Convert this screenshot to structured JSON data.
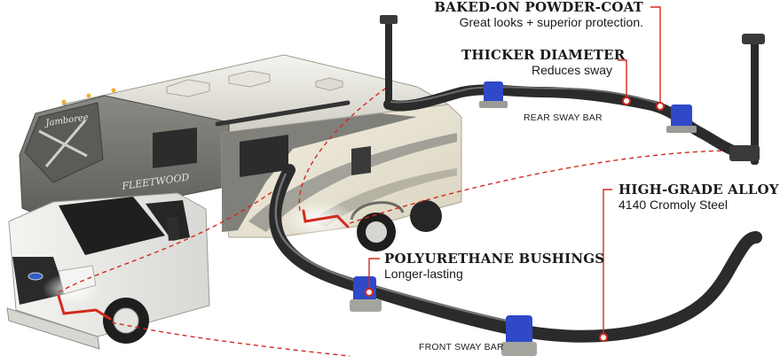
{
  "callouts": {
    "powder_coat": {
      "title": "BAKED-ON POWDER-COAT",
      "subtitle": "Great looks + superior protection."
    },
    "thicker_diameter": {
      "title": "THICKER DIAMETER",
      "subtitle": "Reduces sway"
    },
    "high_grade_alloy": {
      "title": "HIGH-GRADE ALLOY",
      "subtitle": "4140 Cromoly Steel"
    },
    "poly_bushings": {
      "title": "POLYURETHANE BUSHINGS",
      "subtitle": "Longer-lasting"
    }
  },
  "labels": {
    "rear_bar": "REAR SWAY BAR",
    "front_bar": "FRONT SWAY BAR",
    "rv_brand_logo": "Jamboree",
    "rv_body_logo": "FLEETWOOD"
  },
  "colors": {
    "accent_red": "#d42a1e",
    "bushing_blue": "#2f49c8",
    "bar_dark": "#2b2b2b",
    "rv_body": "#6e6e6a",
    "rv_cream": "#e9e4d3",
    "rv_front": "#efefec"
  }
}
